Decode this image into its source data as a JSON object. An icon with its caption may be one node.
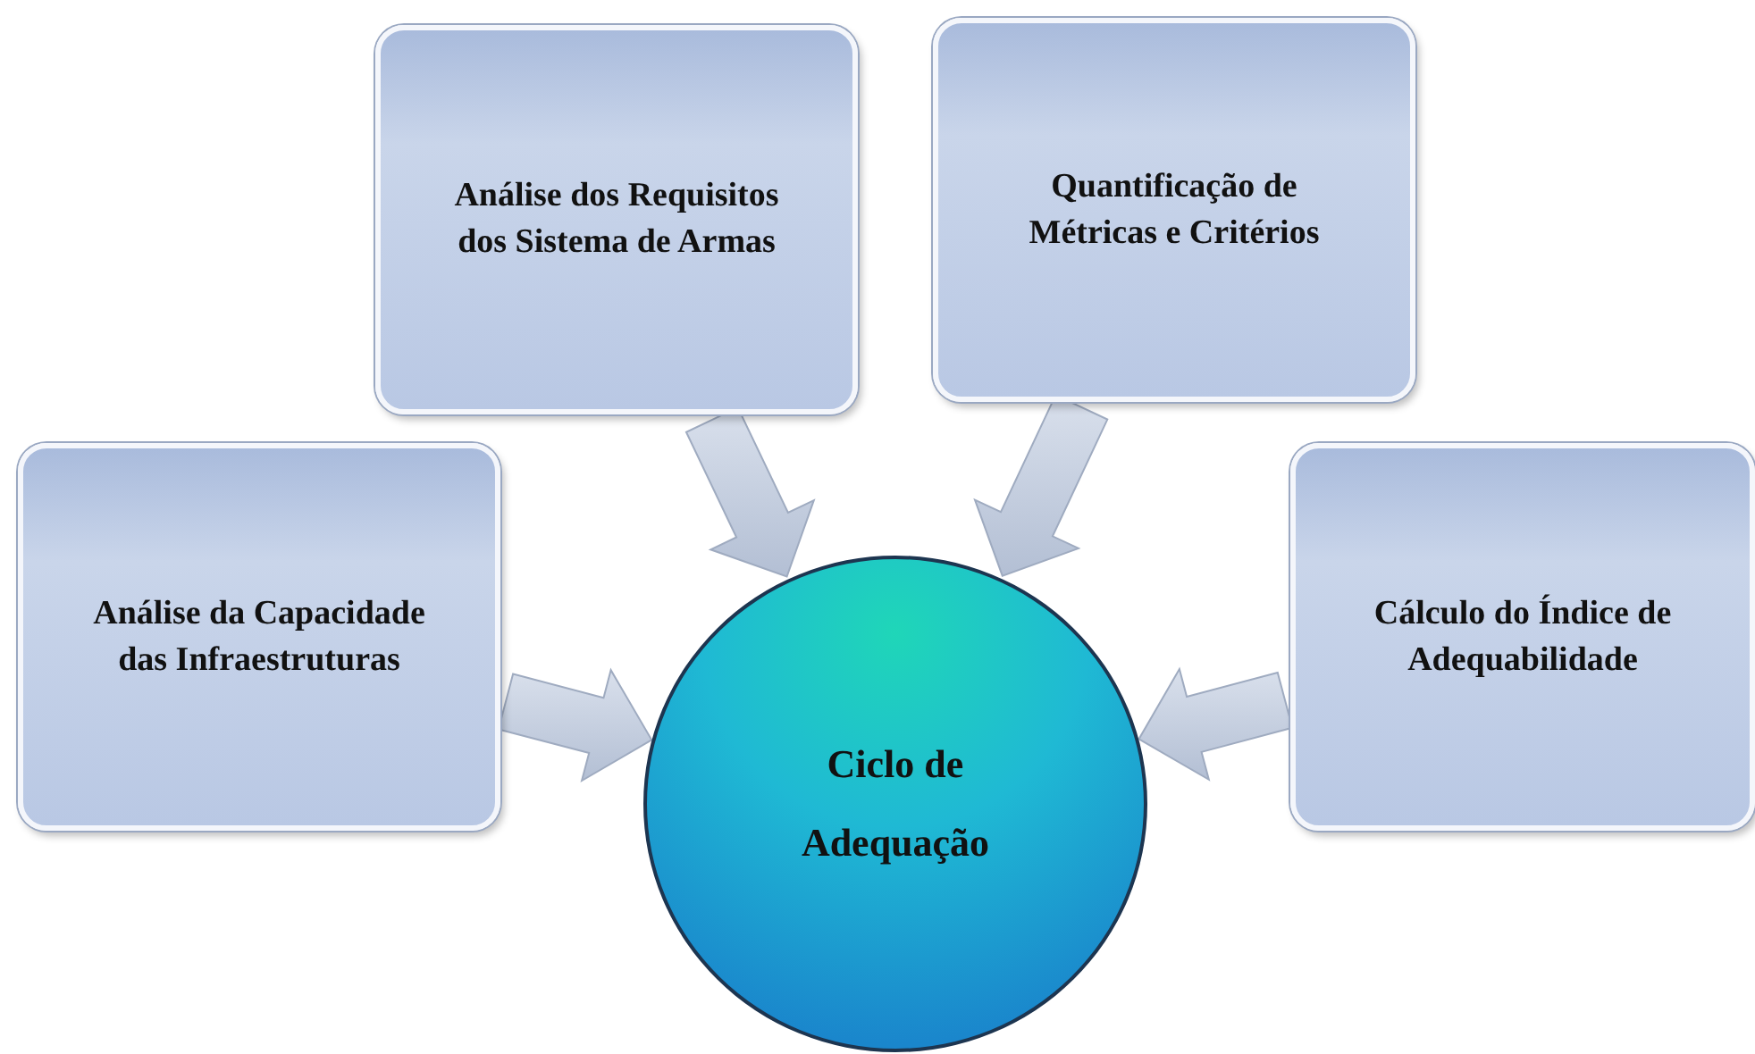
{
  "diagram": {
    "nodes": [
      {
        "text": [
          "Análise da Capacidade das Infraestruturas"
        ]
      },
      {
        "text": [
          "Análise dos Requisitos dos Sistema de Armas"
        ]
      },
      {
        "text": [
          "Quantificação de Métricas e Critérios"
        ]
      },
      {
        "text": [
          "Cálculo do Índice de Adequabilidade"
        ]
      },
      {
        "text": [
          "Ciclo de Adequação"
        ]
      }
    ],
    "edges": [
      {
        "from": 0,
        "to": 4,
        "arrow": "to"
      },
      {
        "from": 1,
        "to": 4,
        "arrow": "to"
      },
      {
        "from": 2,
        "to": 4,
        "arrow": "to"
      },
      {
        "from": 3,
        "to": 4,
        "arrow": "to"
      }
    ]
  }
}
